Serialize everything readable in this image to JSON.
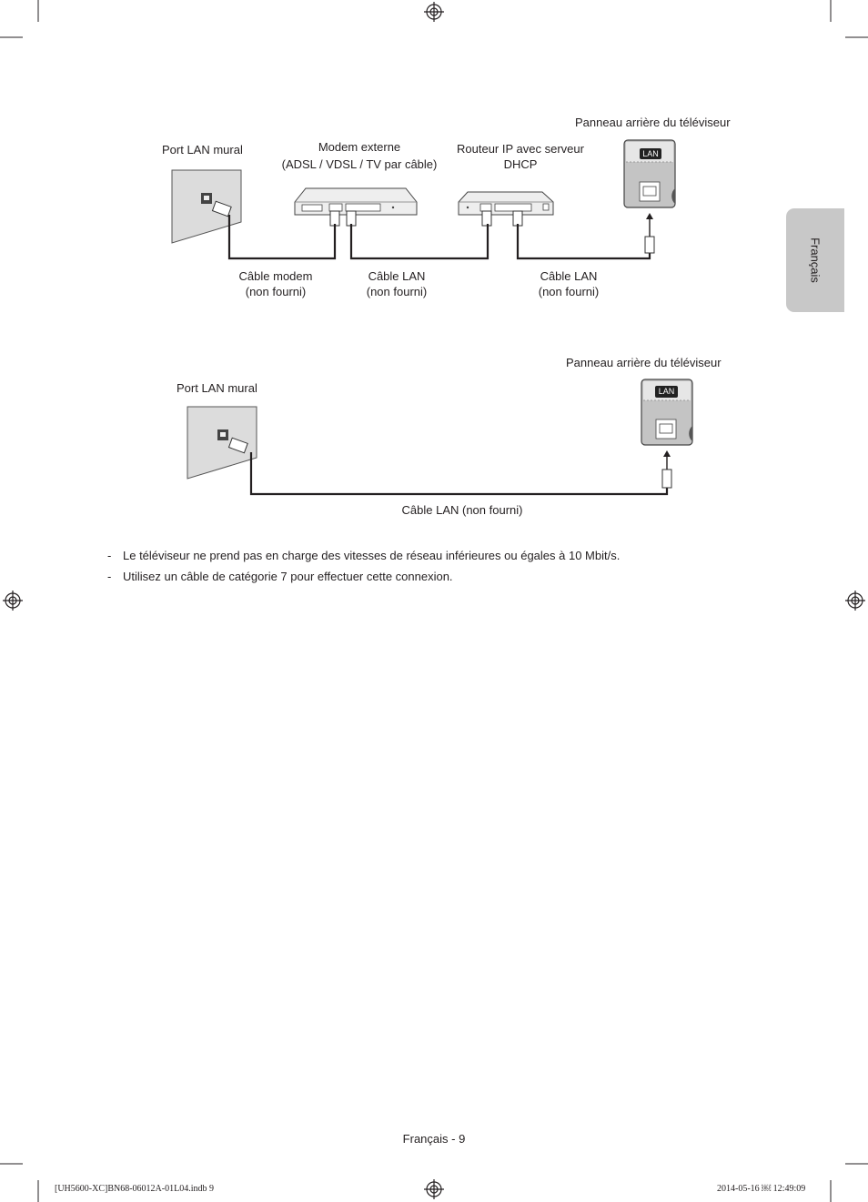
{
  "side_tab": {
    "label": "Français"
  },
  "diagram1": {
    "tv_panel_label": "Panneau arrière du téléviseur",
    "wall_port_label": "Port LAN mural",
    "modem_label_line1": "Modem externe",
    "modem_label_line2": "(ADSL / VDSL / TV par câble)",
    "router_label_line1": "Routeur IP avec serveur",
    "router_label_line2": "DHCP",
    "lan_badge": "LAN",
    "modem_cable_line1": "Câble modem",
    "modem_cable_line2": "(non fourni)",
    "lan_cable1_line1": "Câble LAN",
    "lan_cable1_line2": "(non fourni)",
    "lan_cable2_line1": "Câble LAN",
    "lan_cable2_line2": "(non fourni)"
  },
  "diagram2": {
    "tv_panel_label": "Panneau arrière du téléviseur",
    "wall_port_label": "Port LAN mural",
    "lan_badge": "LAN",
    "lan_cable_label": "Câble LAN (non fourni)"
  },
  "notes": {
    "dash": "-",
    "note1": "Le téléviseur ne prend pas en charge des vitesses de réseau inférieures ou égales à 10 Mbit/s.",
    "note2": "Utilisez un câble de catégorie 7 pour effectuer cette connexion."
  },
  "footer": {
    "page_label": "Français - 9",
    "slug_left": "[UH5600-XC]BN68-06012A-01L04.indb   9",
    "slug_right": "2014-05-16   ￼ 12:49:09"
  }
}
